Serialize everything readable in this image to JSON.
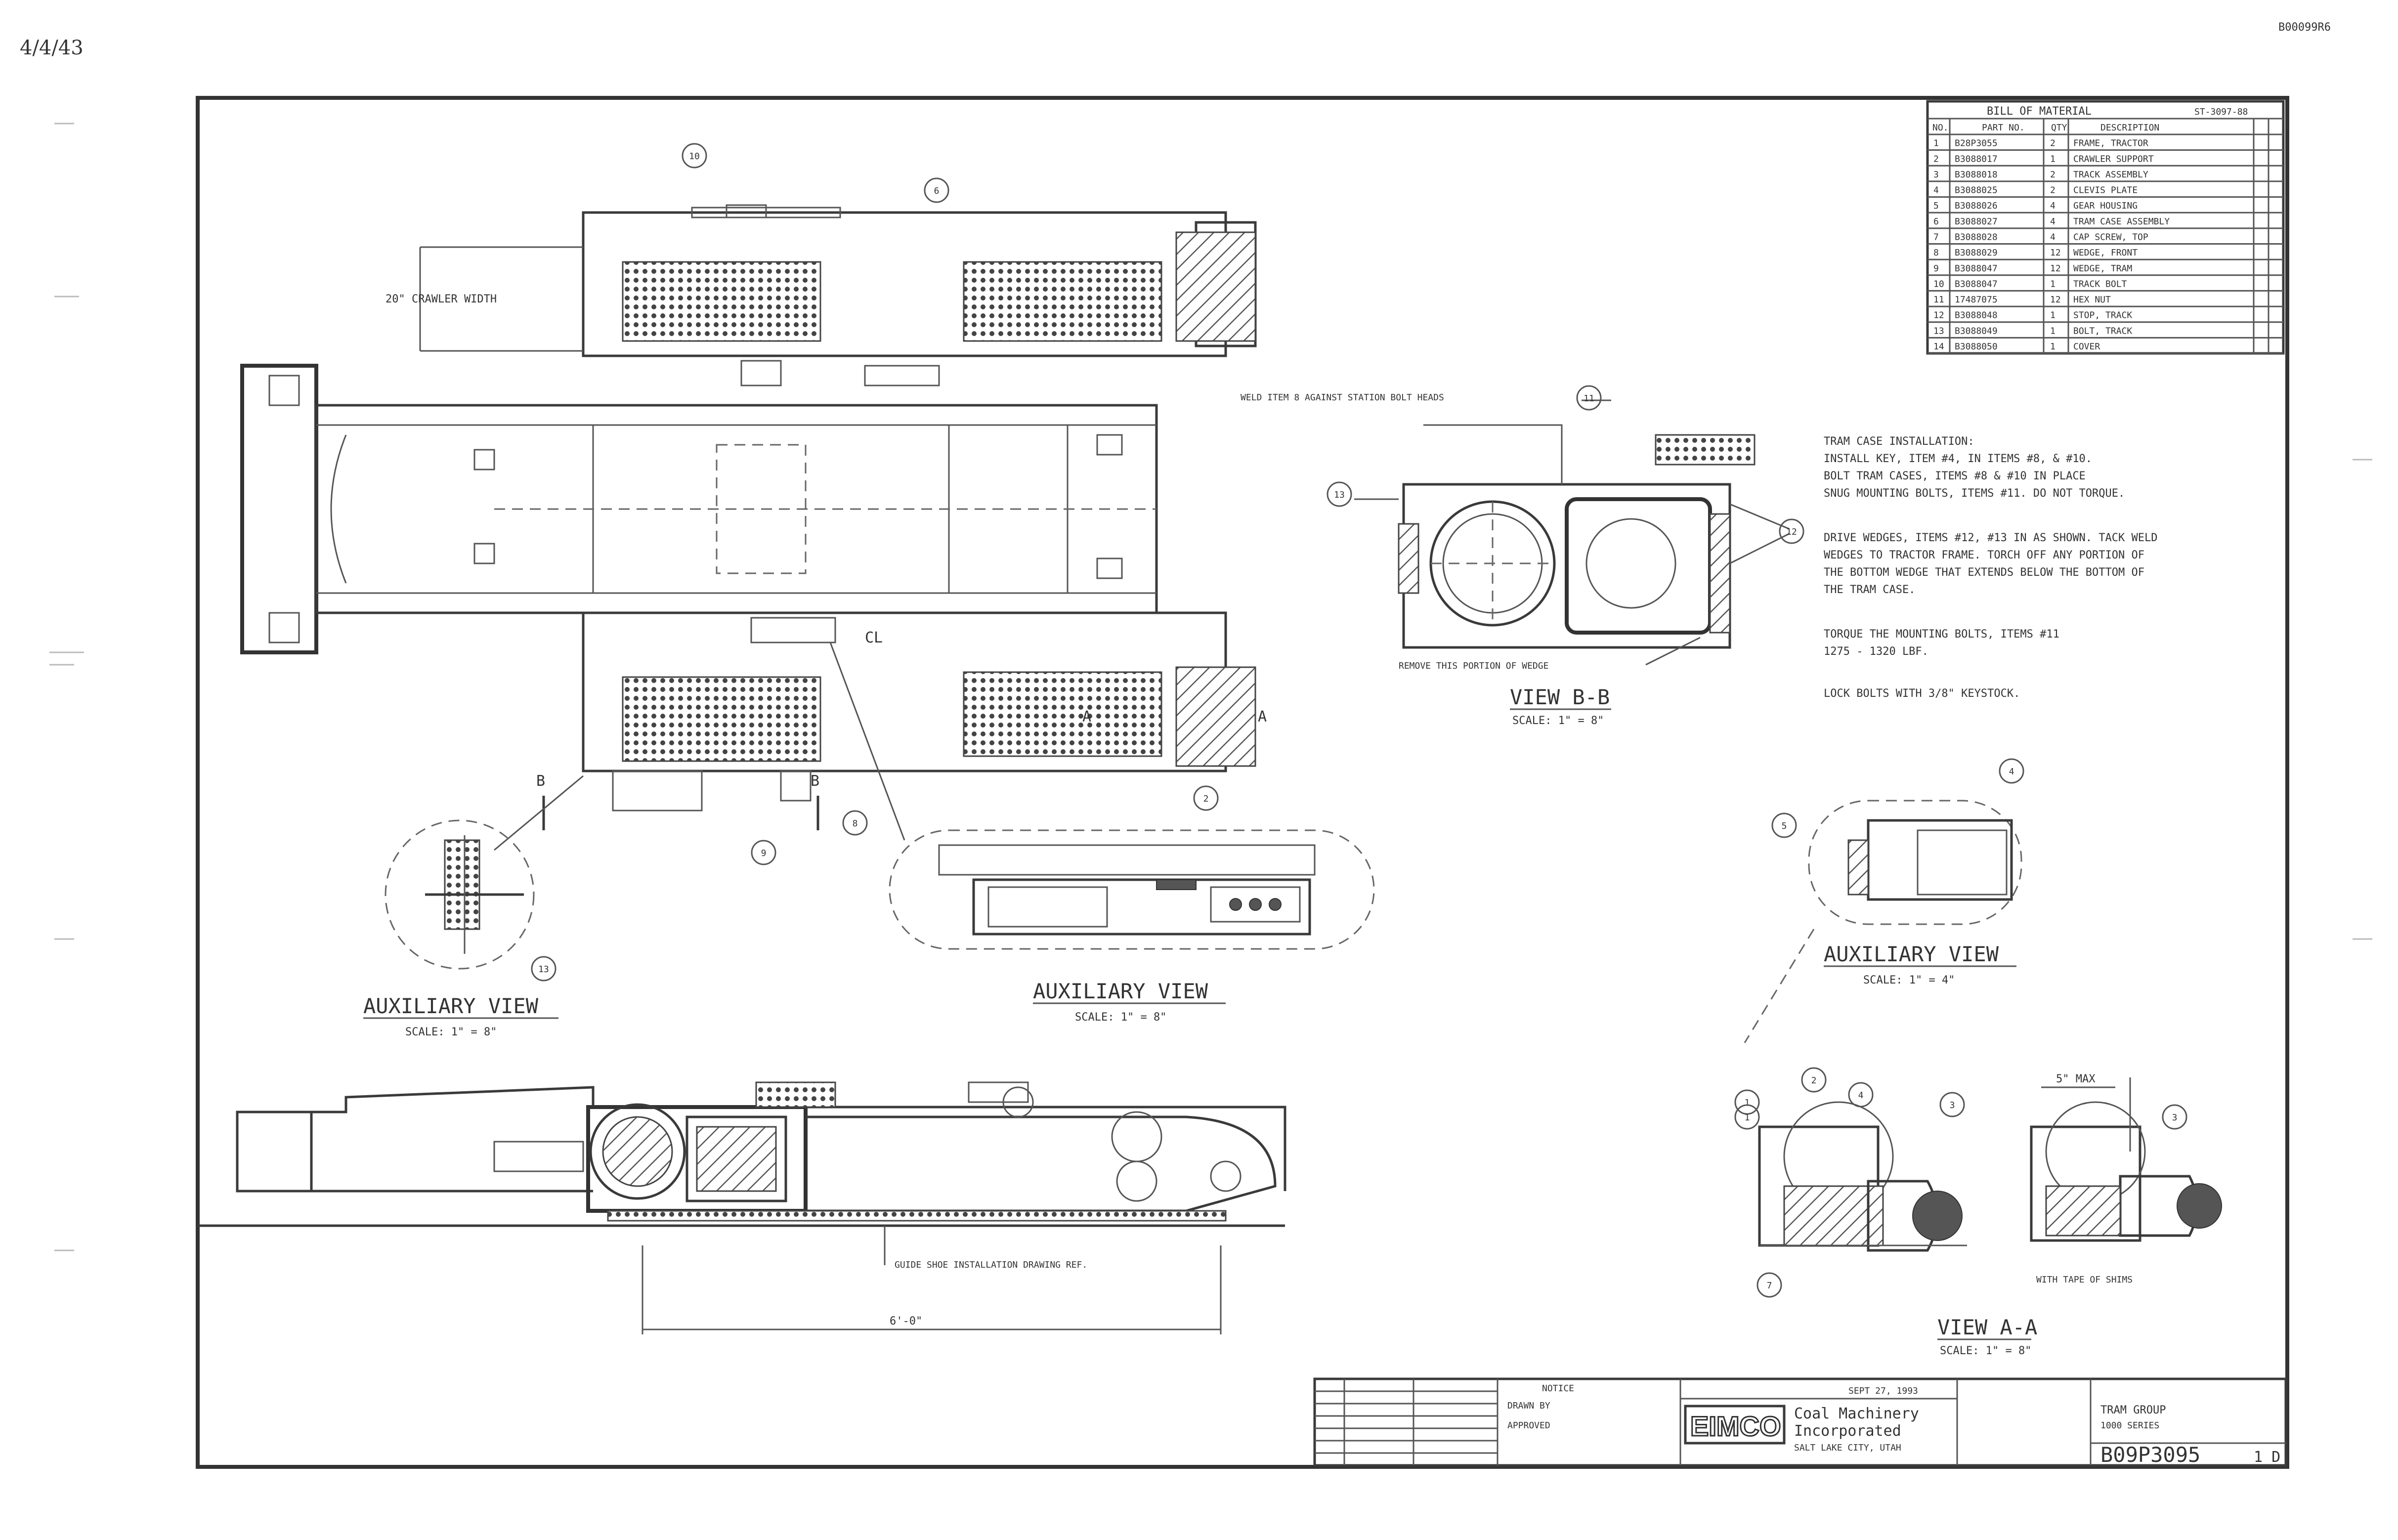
{
  "page": {
    "doc_number_top": "B00099R6",
    "margin_handwriting": "4/4/43"
  },
  "bill_of_material": {
    "title": "BILL OF MATERIAL",
    "header_right": "ST-3097-88",
    "columns": [
      "NO.",
      "PART NO.",
      "QTY",
      "DESCRIPTION"
    ],
    "rows": [
      [
        "1",
        "B28P3055",
        "2",
        "FRAME, TRACTOR"
      ],
      [
        "2",
        "B3088017",
        "1",
        "CRAWLER SUPPORT"
      ],
      [
        "3",
        "B3088018",
        "2",
        "TRACK ASSEMBLY"
      ],
      [
        "4",
        "B3088025",
        "2",
        "CLEVIS PLATE"
      ],
      [
        "5",
        "B3088026",
        "4",
        "GEAR HOUSING"
      ],
      [
        "6",
        "B3088027",
        "4",
        "TRAM CASE ASSEMBLY"
      ],
      [
        "7",
        "B3088028",
        "4",
        "CAP SCREW, TOP"
      ],
      [
        "8",
        "B3088029",
        "12",
        "WEDGE, FRONT"
      ],
      [
        "9",
        "B3088047",
        "12",
        "WEDGE, TRAM"
      ],
      [
        "10",
        "B3088047",
        "1",
        "TRACK BOLT"
      ],
      [
        "11",
        "17487075",
        "12",
        "HEX NUT"
      ],
      [
        "12",
        "B3088048",
        "1",
        "STOP, TRACK"
      ],
      [
        "13",
        "B3088049",
        "1",
        "BOLT, TRACK"
      ],
      [
        "14",
        "B3088050",
        "1",
        "COVER"
      ]
    ]
  },
  "labels": {
    "crawler_width": "20\" CRAWLER WIDTH",
    "weld_note": "WELD ITEM 8 AGAINST STATION BOLT HEADS",
    "remove_note": "REMOVE THIS PORTION OF WEDGE",
    "view_bb": "VIEW B-B",
    "view_bb_scale": "SCALE: 1\" = 8\"",
    "aux_view_1": "AUXILIARY VIEW",
    "aux_view_1_scale": "SCALE: 1\" = 8\"",
    "aux_view_2": "AUXILIARY VIEW",
    "aux_view_2_scale": "SCALE: 1\" = 8\"",
    "aux_view_3": "AUXILIARY VIEW",
    "aux_view_3_scale": "SCALE: 1\" = 4\"",
    "view_aa": "VIEW A-A",
    "view_aa_scale": "SCALE: 1\" = 8\"",
    "guide_shoe_note": "GUIDE SHOE INSTALLATION DRAWING REF.",
    "dim_6ft": "6'-0\"",
    "dim_5in": "5\" MAX",
    "shims": "WITH TAPE OF SHIMS",
    "section_a": "A",
    "section_b": "B",
    "cl": "CL"
  },
  "balloons": [
    "10",
    "6",
    "9",
    "8",
    "13",
    "12",
    "13",
    "4",
    "5",
    "1",
    "4",
    "3",
    "2",
    "1",
    "7",
    "3",
    "11",
    "2"
  ],
  "notes": {
    "heading": "TRAM CASE INSTALLATION:",
    "para1": [
      "INSTALL KEY, ITEM #4, IN ITEMS #8, & #10.",
      "BOLT TRAM CASES, ITEMS #8 & #10 IN PLACE",
      "SNUG MOUNTING BOLTS, ITEMS #11. DO NOT TORQUE."
    ],
    "para2": [
      "DRIVE WEDGES, ITEMS #12, #13 IN AS SHOWN. TACK WELD",
      "WEDGES TO TRACTOR FRAME. TORCH OFF ANY PORTION OF",
      "THE BOTTOM WEDGE THAT EXTENDS BELOW THE BOTTOM OF",
      "THE TRAM CASE."
    ],
    "para3": [
      "TORQUE THE MOUNTING BOLTS, ITEMS #11",
      "1275 - 1320 LBF."
    ],
    "para4": [
      "LOCK BOLTS WITH 3/8\" KEYSTOCK."
    ]
  },
  "title_block": {
    "company_logo": "EIMCO",
    "company_name_1": "Coal Machinery",
    "company_name_2": "Incorporated",
    "location": "SALT LAKE CITY, UTAH",
    "tolerance_title": "NOTICE",
    "drawing_title_1": "TRAM GROUP",
    "drawing_title_2": "1000 SERIES",
    "drawing_number": "B09P3095",
    "sheet": "1 D",
    "date": "SEPT 27, 1993",
    "drawn_by": "DRAWN BY",
    "approved": "APPROVED"
  },
  "colors": {
    "ink": "#333333",
    "paper": "#ffffff"
  }
}
